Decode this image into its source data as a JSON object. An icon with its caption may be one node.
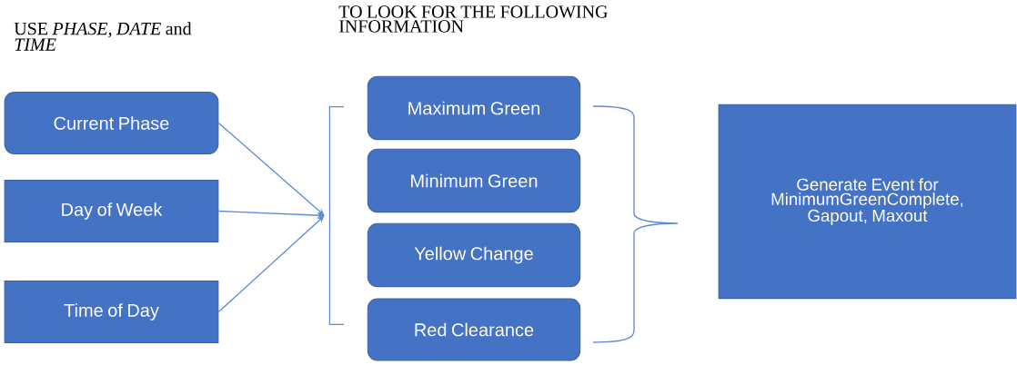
{
  "diagram": {
    "nodes": [
      {
        "text": [
          "Current Phase"
        ]
      },
      {
        "text": [
          "Day of Week"
        ]
      },
      {
        "text": [
          "Time of Day"
        ]
      },
      {
        "text": [],
        "shape": "bracket"
      },
      {
        "text": [
          "Maximum Green"
        ]
      },
      {
        "text": [
          "Minimum Green"
        ]
      },
      {
        "text": [
          "Yellow Change"
        ]
      },
      {
        "text": [
          "Red Clearance"
        ]
      },
      {
        "text": [
          "Generate Event for MinimumGreenComplete, Gapout, Maxout"
        ]
      }
    ],
    "edges": [
      {
        "from": 0,
        "to": 3,
        "arrow": "to"
      },
      {
        "from": 1,
        "to": 3,
        "arrow": "to"
      },
      {
        "from": 2,
        "to": 3,
        "arrow": "to"
      }
    ],
    "labels": [
      "USE *PHASE, DATE* and *TIME*",
      "TO LOOK FOR THE FOLLOWING INFORMATION"
    ]
  }
}
